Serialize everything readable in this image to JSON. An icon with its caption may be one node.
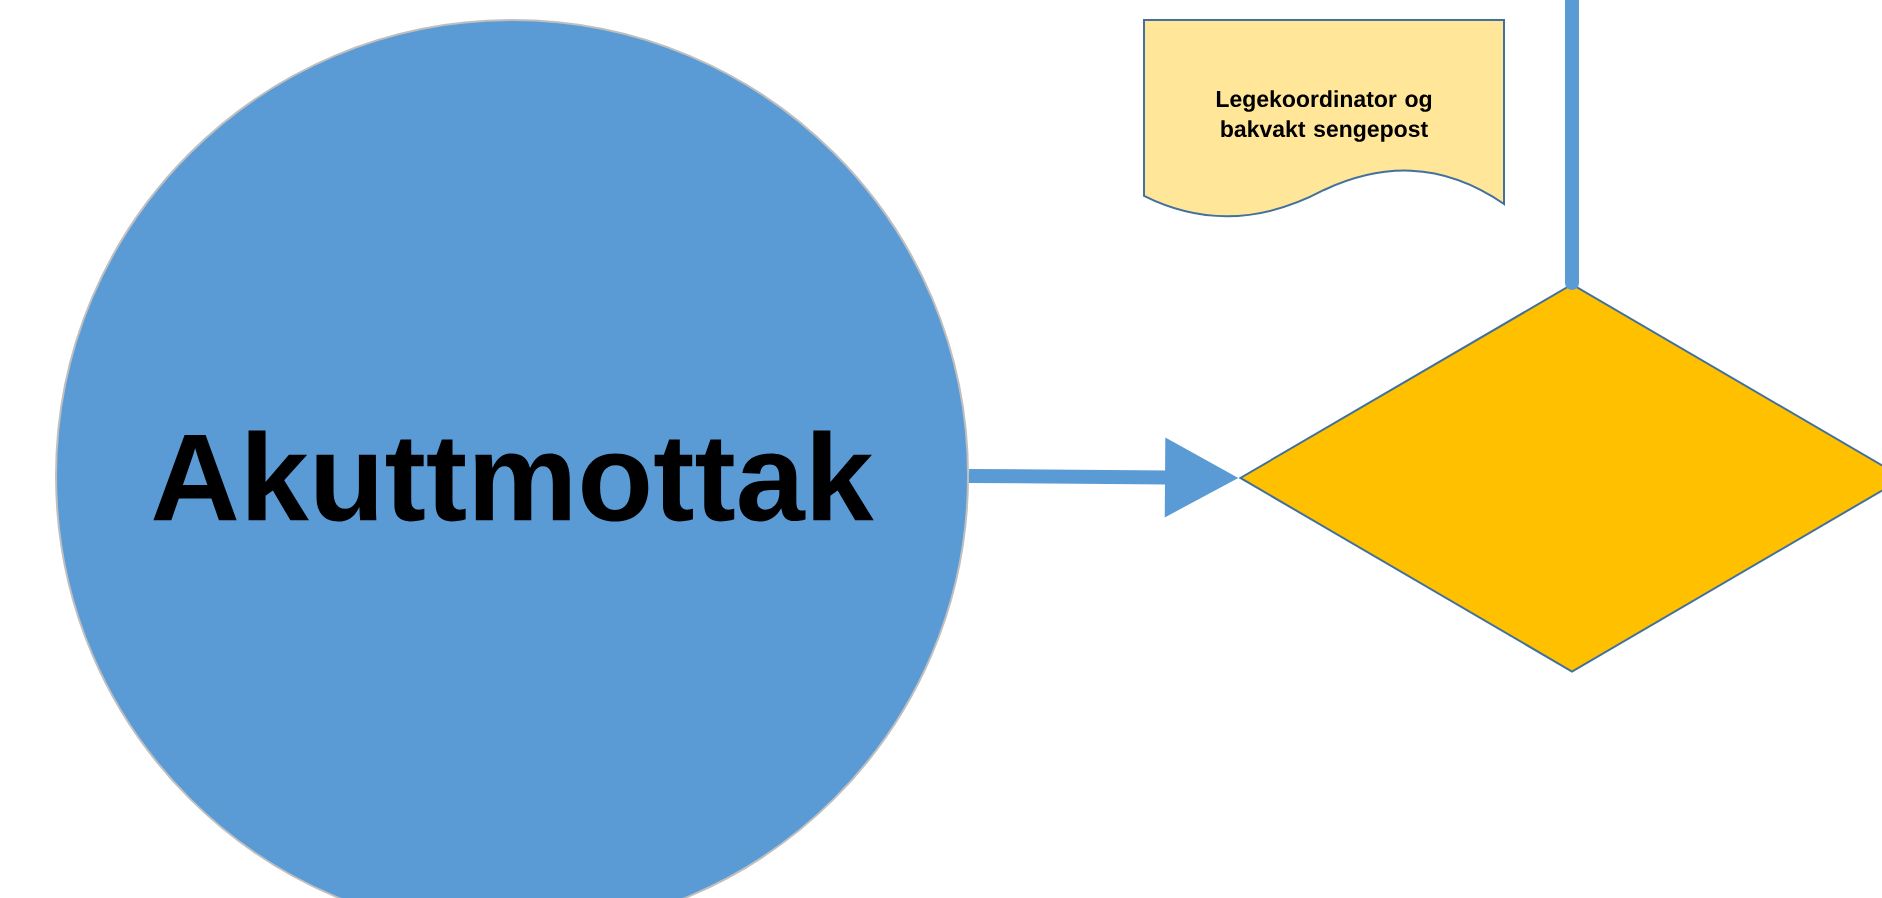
{
  "diagram": {
    "nodes": [
      {
        "text": [
          "Akuttmottak"
        ]
      },
      {
        "text": [
          "Legekoordinator og bakvakt sengepost"
        ]
      },
      {
        "text": [],
        "shape": "diamond"
      }
    ],
    "edges": [
      {
        "from": 0,
        "to": 2,
        "arrow": "to"
      },
      {
        "from": null,
        "to": 2,
        "arrow": "none"
      }
    ]
  }
}
